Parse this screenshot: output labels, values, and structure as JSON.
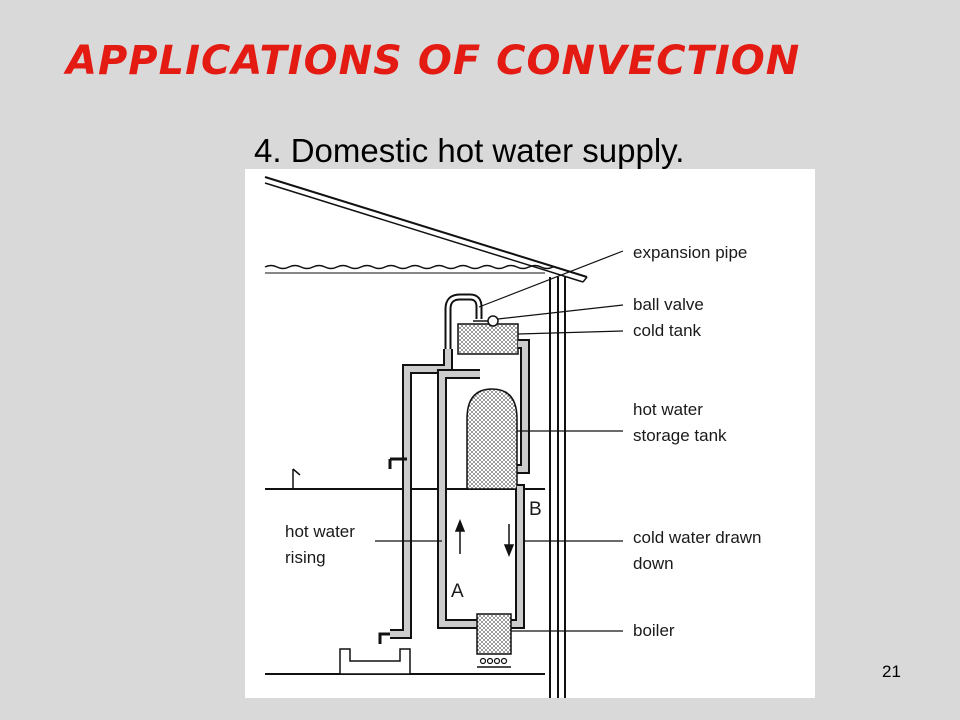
{
  "slide": {
    "title": "APPLICATIONS OF CONVECTION",
    "subtitle": "4. Domestic hot water supply.",
    "slide_number": "21"
  },
  "diagram": {
    "labels": {
      "expansion_pipe": "expansion pipe",
      "ball_valve": "ball valve",
      "cold_tank": "cold tank",
      "hot_water_storage_tank_line1": "hot water",
      "hot_water_storage_tank_line2": "storage tank",
      "hot_water_rising_line1": "hot water",
      "hot_water_rising_line2": "rising",
      "cold_water_drawn_down_line1": "cold water drawn",
      "cold_water_drawn_down_line2": "down",
      "boiler": "boiler",
      "pipe_a": "A",
      "pipe_b": "B"
    }
  }
}
